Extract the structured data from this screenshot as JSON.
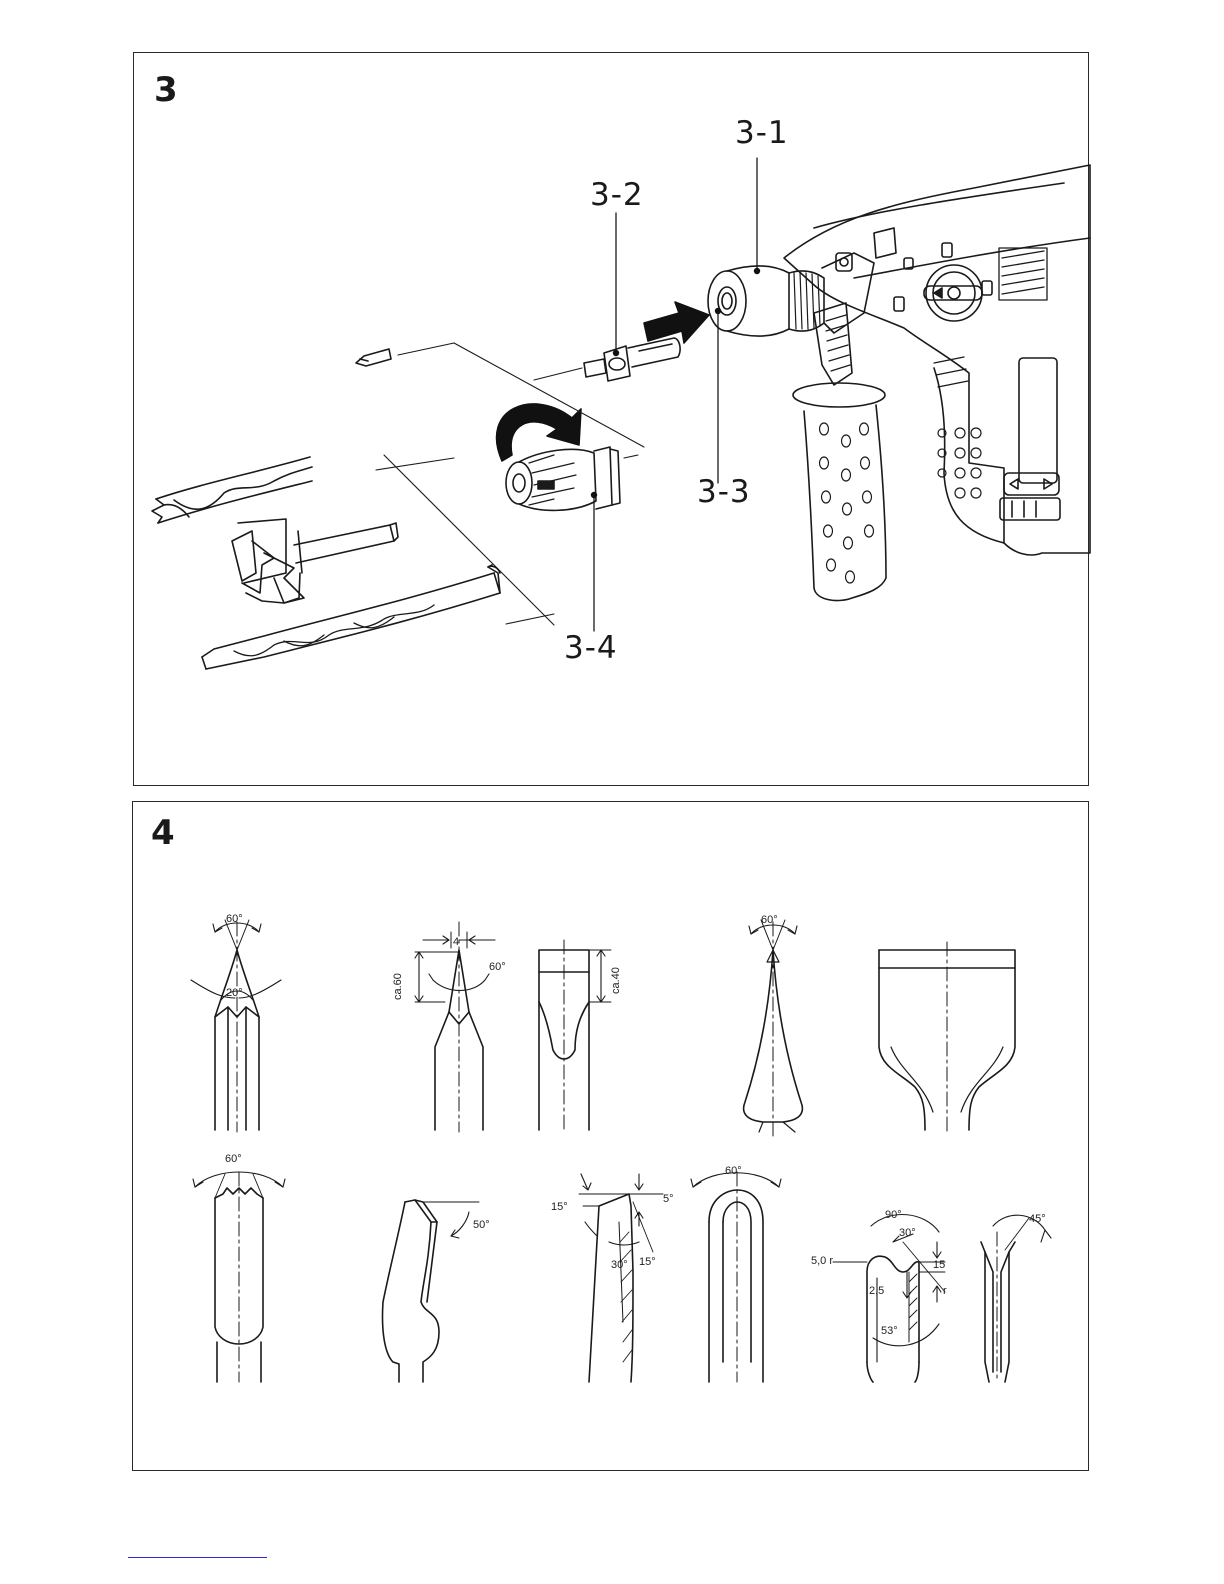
{
  "figure3": {
    "number": "3",
    "callouts": {
      "c1": "3-1",
      "c2": "3-2",
      "c3": "3-3",
      "c4": "3-4"
    }
  },
  "figure4": {
    "number": "4",
    "angles": {
      "a60": "60°",
      "a20": "20°",
      "a50": "50°",
      "a15": "15°",
      "a5": "5°",
      "a30": "30°",
      "a90": "90°",
      "a53": "53°",
      "a45": "45°"
    },
    "dims": {
      "d4": "4",
      "ca60": "ca.60",
      "ca40": "ca.40",
      "r50": "5,0 r",
      "d25": "2,5",
      "d15": "15",
      "r": "r"
    }
  }
}
